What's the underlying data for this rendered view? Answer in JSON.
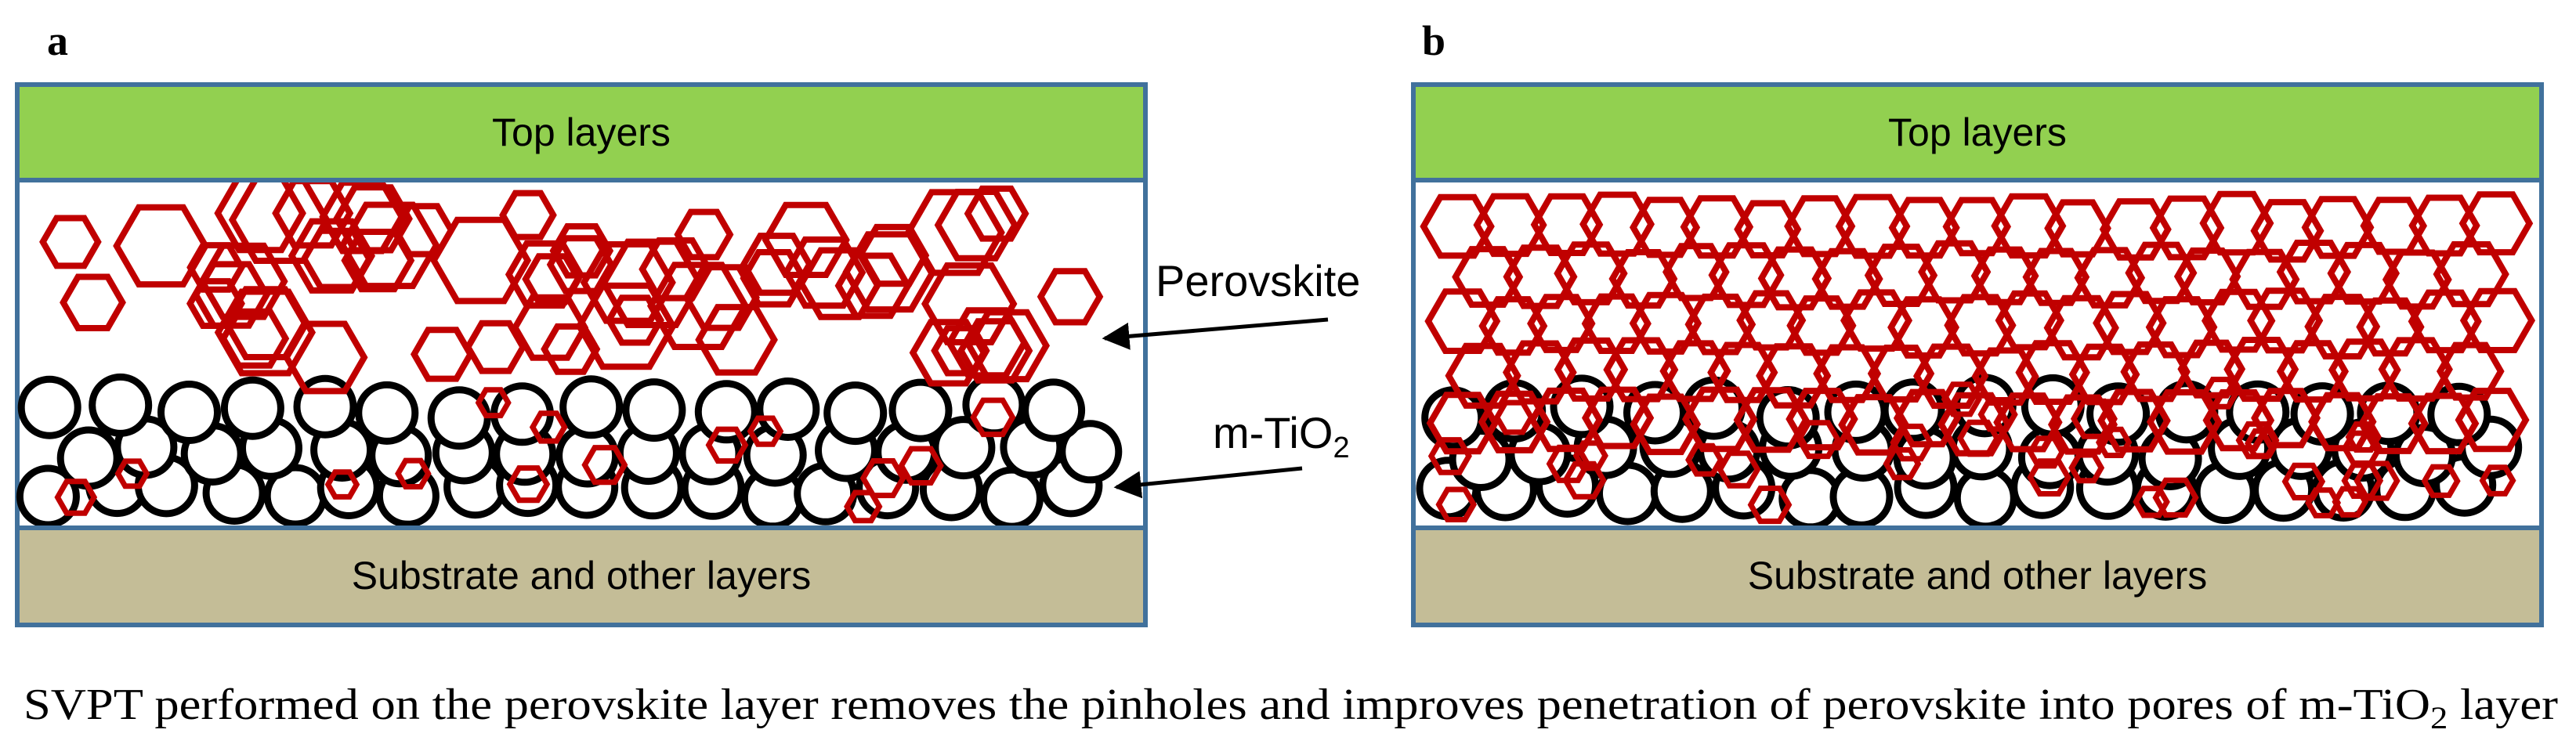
{
  "panels": [
    {
      "letter": "a",
      "top_label": "Top layers",
      "bottom_label": "Substrate and other layers"
    },
    {
      "letter": "b",
      "top_label": "Top layers",
      "bottom_label": "Substrate and other layers"
    }
  ],
  "annotations": {
    "perovskite": "Perovskite",
    "tio2_prefix": "m-TiO",
    "tio2_subscript": "2"
  },
  "caption": {
    "text_before": "SVPT performed on the perovskite layer removes the pinholes and improves penetration of perovskite into pores of m-TiO",
    "subscript": "2",
    "text_after": " layer"
  },
  "colors": {
    "top_layers": "#92d050",
    "substrate": "#c4bd97",
    "border": "#41719c",
    "perovskite_crystal": "#c00000",
    "tio2_particle": "#000000"
  }
}
